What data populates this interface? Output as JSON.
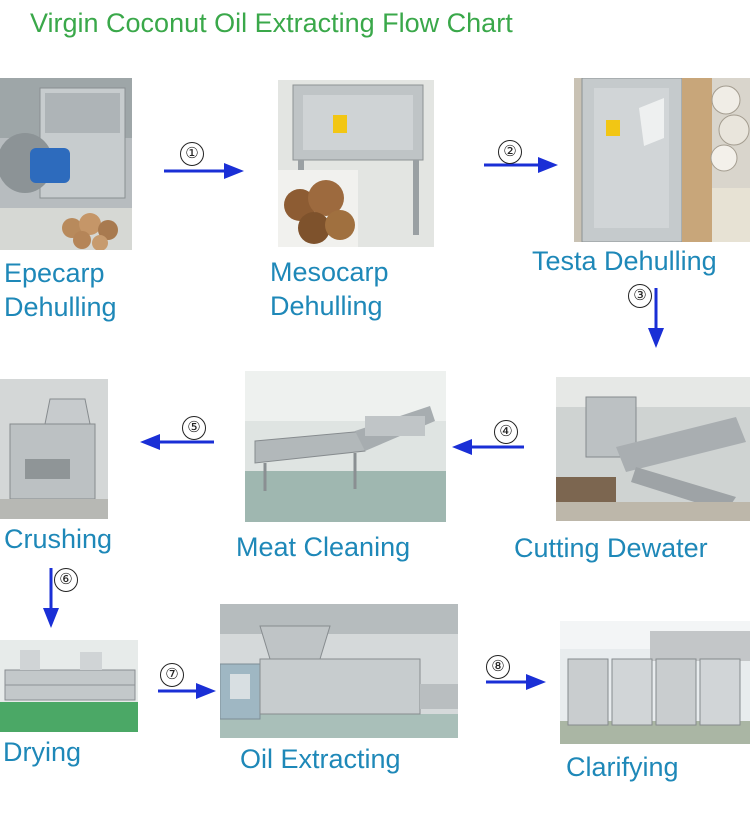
{
  "title": "Virgin Coconut Oil Extracting Flow Chart",
  "steps": [
    {
      "label_line1": "Epecarp",
      "label_line2": "Dehulling"
    },
    {
      "label_line1": "Mesocarp",
      "label_line2": "Dehulling"
    },
    {
      "label": "Testa Dehulling"
    },
    {
      "label": "Cutting Dewater"
    },
    {
      "label": "Meat Cleaning"
    },
    {
      "label": "Crushing"
    },
    {
      "label": "Drying"
    },
    {
      "label": "Oil Extracting"
    },
    {
      "label": "Clarifying"
    }
  ],
  "arrows": [
    "①",
    "②",
    "③",
    "④",
    "⑤",
    "⑥",
    "⑦",
    "⑧"
  ],
  "colors": {
    "title": "#3aa84a",
    "label": "#1e88b8",
    "arrow": "#1a2fd6"
  }
}
